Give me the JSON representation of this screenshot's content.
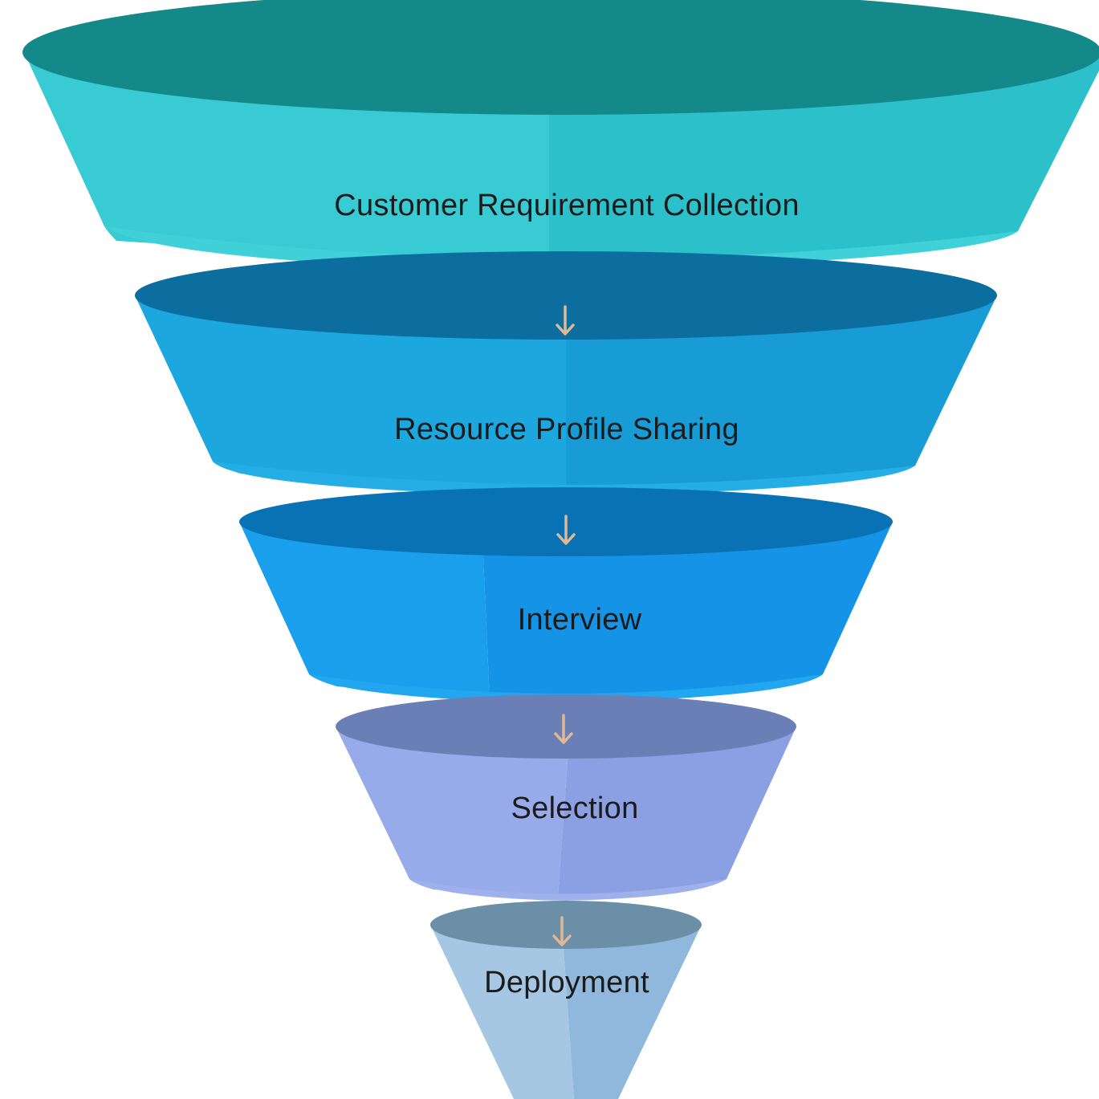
{
  "diagram": {
    "type": "funnel",
    "stages": [
      {
        "label": "Customer Requirement Collection",
        "colors": {
          "top": "#14898a",
          "body_light": "#38cbd4",
          "body_dark": "#2cc0ca",
          "rim": "#40d0d8"
        }
      },
      {
        "label": "Resource Profile Sharing",
        "colors": {
          "top": "#0b6e9e",
          "body_light": "#1da7df",
          "body_dark": "#179cd6",
          "rim": "#25aee5"
        }
      },
      {
        "label": "Interview",
        "colors": {
          "top": "#0872b4",
          "body_light": "#1a9fed",
          "body_dark": "#1593e6",
          "rim": "#22a6f0"
        }
      },
      {
        "label": "Selection",
        "colors": {
          "top": "#6a7fb6",
          "body_light": "#97aae9",
          "body_dark": "#8b9fe3",
          "rim": "#9fb1ec"
        }
      },
      {
        "label": "Deployment",
        "colors": {
          "top": "#6a8fa6",
          "body_light": "#a5c7e3",
          "body_dark": "#8fb8dc",
          "rim": "#a9cbe6"
        }
      }
    ],
    "arrow": {
      "glyph": "down-arrow",
      "color": "#e0b896"
    }
  }
}
